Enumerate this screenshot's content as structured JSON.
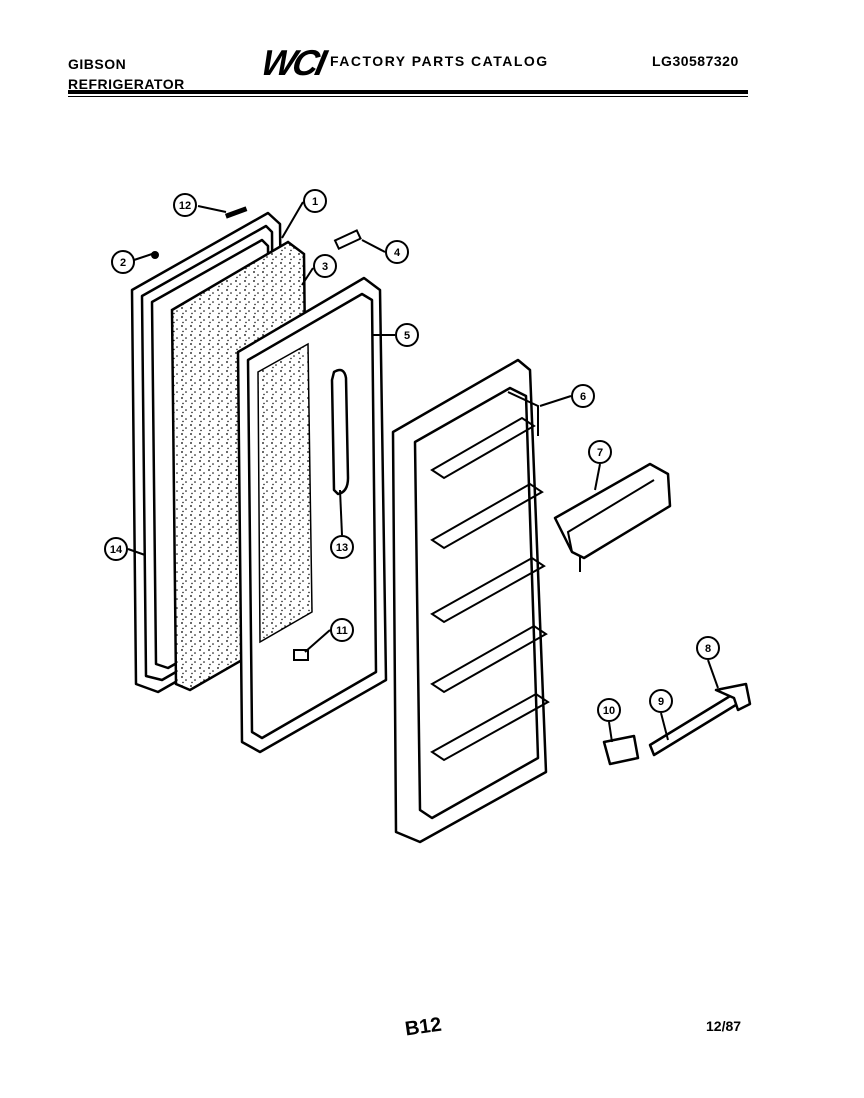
{
  "header": {
    "brand": "GIBSON",
    "product": "REFRIGERATOR",
    "logo": "WCI",
    "catalog_title": "FACTORY PARTS CATALOG",
    "model_number": "LG30587320"
  },
  "footer": {
    "page_code": "B12",
    "date": "12/87"
  },
  "callouts": [
    "1",
    "2",
    "3",
    "4",
    "5",
    "6",
    "7",
    "8",
    "9",
    "10",
    "11",
    "12",
    "13",
    "14"
  ]
}
